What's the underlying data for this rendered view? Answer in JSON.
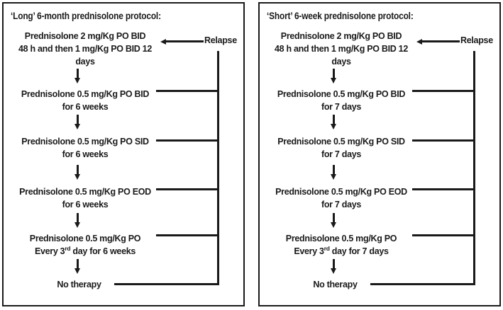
{
  "colors": {
    "ink": "#1a1a1a",
    "background": "#ffffff"
  },
  "panels": [
    {
      "title": "‘Long’ 6-month prednisolone protocol:",
      "relapse_label": "Relapse",
      "steps": [
        {
          "lines": [
            "Prednisolone 2 mg/Kg PO BID",
            "48 h and then 1 mg/Kg PO BID 12",
            "days"
          ]
        },
        {
          "lines": [
            "Prednisolone 0.5 mg/Kg PO BID",
            "for 6 weeks"
          ]
        },
        {
          "lines": [
            "Prednisolone 0.5 mg/Kg PO SID",
            "for 6 weeks"
          ]
        },
        {
          "lines": [
            "Prednisolone 0.5 mg/Kg PO EOD",
            "for 6 weeks"
          ]
        },
        {
          "line1": "Prednisolone 0.5 mg/Kg PO",
          "line2_pre": "Every 3",
          "line2_sup": "rd",
          "line2_post": " day for 6 weeks"
        }
      ],
      "terminal": "No therapy"
    },
    {
      "title": "‘Short’ 6-week prednisolone protocol:",
      "relapse_label": "Relapse",
      "steps": [
        {
          "lines": [
            "Prednisolone 2 mg/Kg PO BID",
            "48 h and then 1 mg/Kg PO BID 12",
            "days"
          ]
        },
        {
          "lines": [
            "Prednisolone 0.5 mg/Kg PO BID",
            "for 7 days"
          ]
        },
        {
          "lines": [
            "Prednisolone 0.5 mg/Kg PO SID",
            "for 7 days"
          ]
        },
        {
          "lines": [
            "Prednisolone 0.5 mg/Kg PO EOD",
            "for 7 days"
          ]
        },
        {
          "line1": "Prednisolone 0.5 mg/Kg PO",
          "line2_pre": "Every 3",
          "line2_sup": "rd",
          "line2_post": " day for 7 days"
        }
      ],
      "terminal": "No therapy"
    }
  ]
}
